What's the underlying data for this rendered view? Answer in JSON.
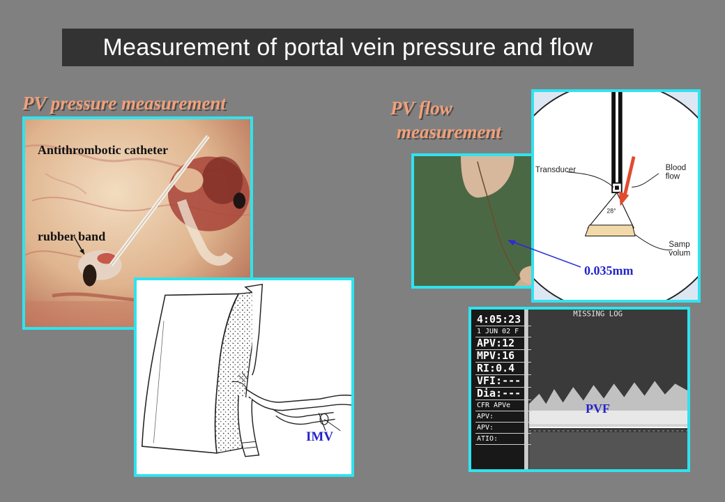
{
  "slide": {
    "title": "Measurement of portal vein pressure and flow",
    "background": "#808080",
    "title_bar_color": "#333333",
    "frame_color": "#2fe3ef",
    "heading_color": "#f2a07a",
    "label_blue": "#2323c8"
  },
  "pressure": {
    "heading": "PV pressure measurement",
    "photo": {
      "catheter_label": "Antithrombotic catheter",
      "band_label": "rubber band"
    },
    "drawing": {
      "label": "IMV"
    }
  },
  "flow": {
    "heading_line1": "PV flow",
    "heading_line2": "measurement",
    "probe": {
      "wire_label": "0.035mm",
      "transducer_label": "Transducer",
      "blood_label_1": "Blood",
      "blood_label_2": "flow",
      "angle_label": "28°",
      "sample_label_1": "Samp",
      "sample_label_2": "volum"
    },
    "doppler": {
      "screen_top": "MISSING LOG",
      "readouts": [
        "4:05:23",
        "1 JUN 02  F",
        "APV:12",
        "MPV:16",
        "RI:0.4",
        "VFI:---",
        "Dia:---"
      ],
      "lower_readouts": [
        "CFR APVe",
        "APV:",
        "APV:",
        "ATIO:"
      ],
      "label": "PVF"
    }
  }
}
